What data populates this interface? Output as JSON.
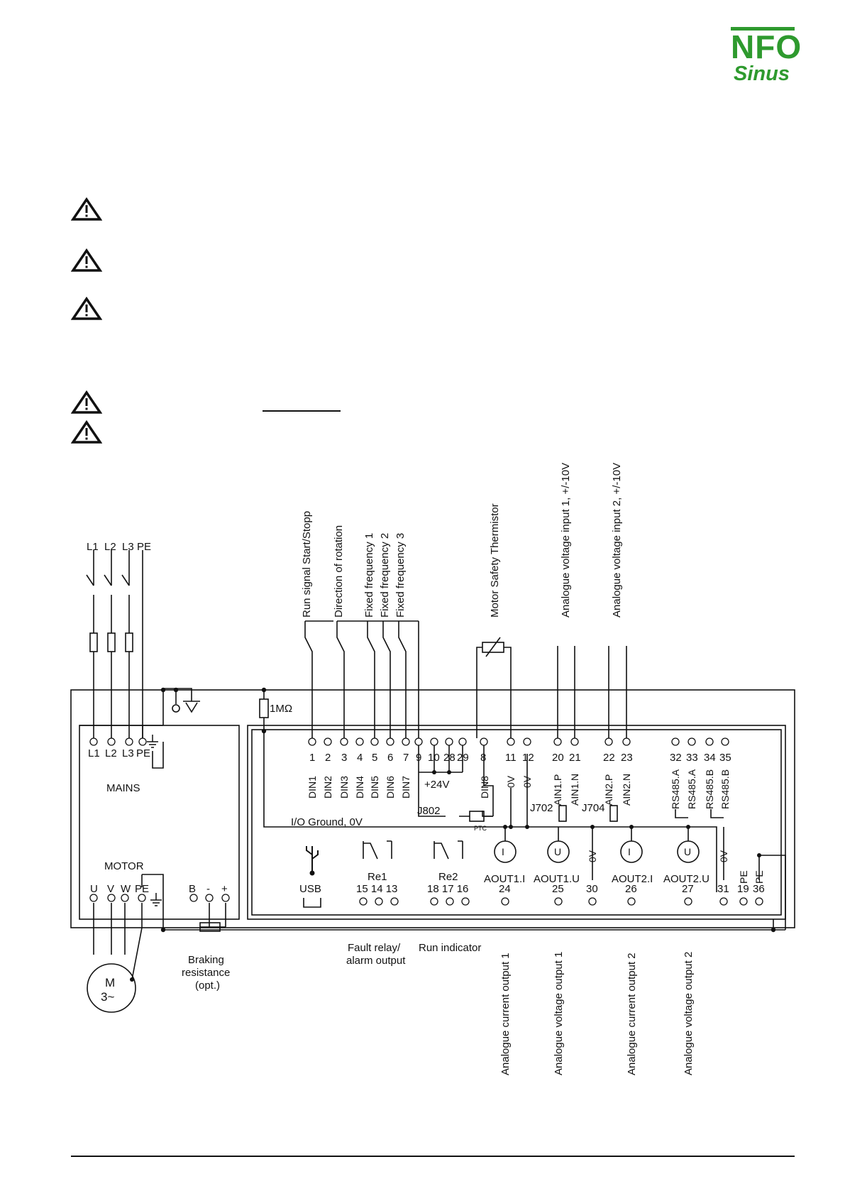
{
  "logo": {
    "line1": "NFO",
    "line2": "Sinus",
    "color": "#2e9a2e"
  },
  "warning_icons": [
    "warning-icon",
    "warning-icon",
    "warning-icon",
    "warning-icon",
    "warning-icon"
  ],
  "mains_top": [
    "L1",
    "L2",
    "L3",
    "PE"
  ],
  "power_block": {
    "mains_terminals": [
      "L1",
      "L2",
      "L3",
      "PE"
    ],
    "mains_label": "MAINS",
    "motor_label": "MOTOR",
    "motor_terminals": [
      "U",
      "V",
      "W",
      "PE"
    ],
    "brake_terminals": [
      "B",
      "-",
      "+"
    ],
    "motor_symbol": [
      "M",
      "3~"
    ],
    "braking": [
      "Braking",
      "resistance",
      "(opt.)"
    ]
  },
  "resistor_label": "1MΩ",
  "signal_labels": {
    "run": "Run signal Start/Stopp",
    "dir": "Direction of rotation",
    "ff1": "Fixed frequency 1",
    "ff2": "Fixed frequency 2",
    "ff3": "Fixed frequency 3",
    "ptc": "Motor Safety Thermistor",
    "ain1": "Analogue voltage input 1, +/-10V",
    "ain2": "Analogue voltage input 2, +/-10V"
  },
  "top_terminals": {
    "numbers": [
      "1",
      "2",
      "3",
      "4",
      "5",
      "6",
      "7",
      "9",
      "10",
      "28",
      "29",
      "8",
      "11",
      "12",
      "20",
      "21",
      "22",
      "23",
      "32",
      "33",
      "34",
      "35"
    ],
    "names": [
      "DIN1",
      "DIN2",
      "DIN3",
      "DIN4",
      "DIN5",
      "DIN6",
      "DIN7",
      "DIN8",
      "0V",
      "0V",
      "AIN1.P",
      "AIN1.N",
      "AIN2.P",
      "AIN2.N",
      "RS485.A",
      "RS485.A",
      "RS485.B",
      "RS485.B"
    ]
  },
  "plus24": "+24V",
  "jumpers": {
    "j802": "J802",
    "j702": "J702",
    "j704": "J704",
    "ptc": "PTC"
  },
  "io_ground": "I/O Ground, 0V",
  "bottom_terminals": {
    "usb": "USB",
    "re1": "Re1",
    "re1_nums": "15 14 13",
    "re2": "Re2",
    "re2_nums": "18 17 16",
    "aout1i": "AOUT1.I",
    "n24": "24",
    "aout1u": "AOUT1.U",
    "n25": "25",
    "zero_v": "0V",
    "n30": "30",
    "aout2i": "AOUT2.I",
    "n26": "26",
    "aout2u": "AOUT2.U",
    "n27": "27",
    "zero_v2": "0V",
    "n31": "31",
    "pe1": "PE",
    "n19": "19",
    "pe2": "PE",
    "n36": "36",
    "current_symbol": "I",
    "voltage_symbol": "U"
  },
  "bottom_labels": {
    "fault": [
      "Fault relay/",
      "alarm output"
    ],
    "run_ind": "Run indicator",
    "aci1": "Analogue current output 1",
    "avo1": "Analogue voltage output 1",
    "aci2": "Analogue current output 2",
    "avo2": "Analogue voltage output 2"
  }
}
